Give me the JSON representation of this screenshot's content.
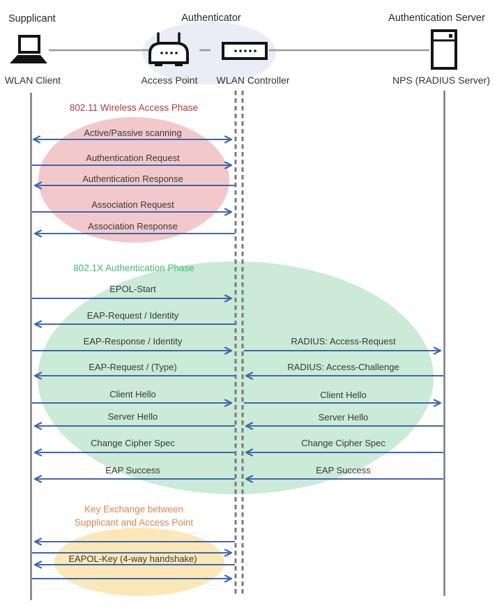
{
  "actors": {
    "supplicant": {
      "role": "Supplicant",
      "device": "WLAN Client",
      "icon": "laptop-icon"
    },
    "authenticator": {
      "role": "Authenticator",
      "device_ap": "Access Point",
      "device_wlc": "WLAN Controller",
      "icon_ap": "wireless-router-icon",
      "icon_wlc": "switch-icon"
    },
    "auth_server": {
      "role": "Authentication Server",
      "device": "NPS (RADIUS Server)",
      "icon": "server-icon"
    }
  },
  "phases": {
    "p80211": {
      "title": "802.11 Wireless Access Phase",
      "color": "#B23B3B",
      "fill": "#F3C8CB"
    },
    "p8021x": {
      "title": "802.1X Authentication Phase",
      "color": "#42B96E",
      "fill": "#CBEAD7"
    },
    "key_exchange": {
      "title_line1": "Key Exchange between",
      "title_line2": "Supplicant and Access Point",
      "color": "#E08550",
      "fill": "#FCE8B7"
    }
  },
  "messages": {
    "left": [
      {
        "label": "Active/Passive scanning",
        "direction": "both"
      },
      {
        "label": "Authentication Request",
        "direction": "right"
      },
      {
        "label": "Authentication Response",
        "direction": "left"
      },
      {
        "label": "Association Request",
        "direction": "right"
      },
      {
        "label": "Association Response",
        "direction": "left"
      },
      {
        "label": "EPOL-Start",
        "direction": "right"
      },
      {
        "label": "EAP-Request / Identity",
        "direction": "left"
      },
      {
        "label": "EAP-Response / Identity",
        "direction": "right"
      },
      {
        "label": "EAP-Request / (Type)",
        "direction": "left"
      },
      {
        "label": "Client Hello",
        "direction": "right"
      },
      {
        "label": "Server Hello",
        "direction": "left"
      },
      {
        "label": "Change Cipher Spec",
        "direction": "left"
      },
      {
        "label": "EAP Success",
        "direction": "left"
      },
      {
        "label": "EAPOL-Key (4-way handshake)",
        "direction": "4-way: left, right, left, right"
      }
    ],
    "right": [
      {
        "label": "RADIUS: Access-Request",
        "direction": "right"
      },
      {
        "label": "RADIUS: Access-Challenge",
        "direction": "left"
      },
      {
        "label": "Client Hello",
        "direction": "right"
      },
      {
        "label": "Server Hello",
        "direction": "left"
      },
      {
        "label": "Change Cipher Spec",
        "direction": "left"
      },
      {
        "label": "EAP Success",
        "direction": "left"
      }
    ]
  },
  "colors": {
    "arrow": "#3E66AE",
    "lifeline": "#7a7a7a",
    "connector": "#999999",
    "authenticator_group_fill": "#EAEDF5",
    "icon_stroke": "#141414"
  }
}
